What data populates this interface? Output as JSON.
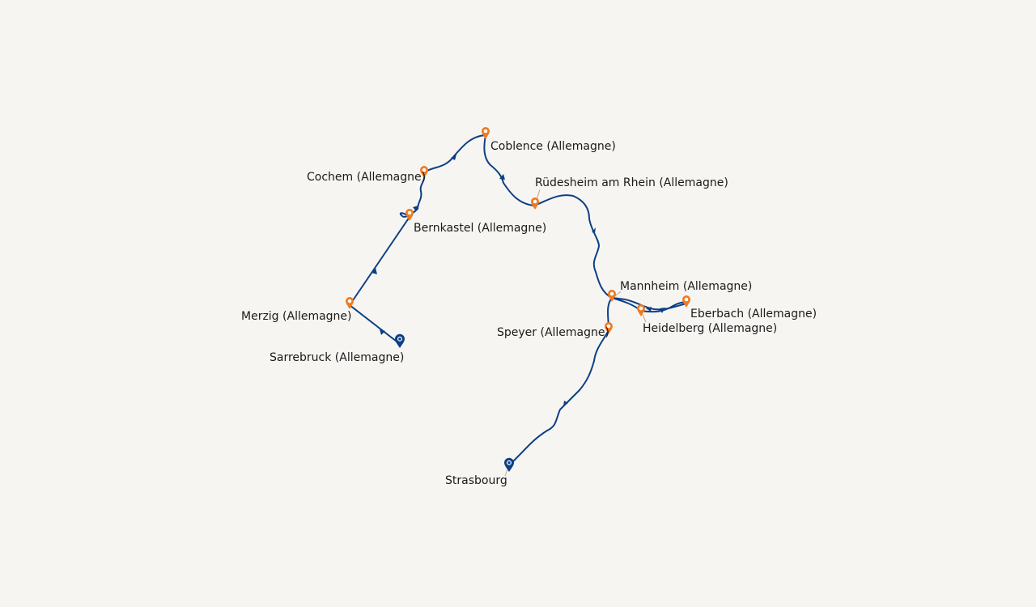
{
  "colors": {
    "background": "#f7f5f2",
    "route": "#0c3f85",
    "stop_marker": "#f07a1f",
    "endpoint_marker": "#0c3f85",
    "label": "#1a1a1a"
  },
  "icons": {
    "stop": "map-pin-icon",
    "endpoint": "ship-pin-icon"
  },
  "stops": [
    {
      "id": "sarrebruck",
      "name": "Sarrebruck (Allemagne)",
      "kind": "endpoint"
    },
    {
      "id": "merzig",
      "name": "Merzig (Allemagne)",
      "kind": "stop"
    },
    {
      "id": "bernkastel",
      "name": "Bernkastel (Allemagne)",
      "kind": "stop"
    },
    {
      "id": "cochem",
      "name": "Cochem (Allemagne)",
      "kind": "stop"
    },
    {
      "id": "coblence",
      "name": "Coblence (Allemagne)",
      "kind": "stop"
    },
    {
      "id": "rudesheim",
      "name": "Rüdesheim am Rhein (Allemagne)",
      "kind": "stop"
    },
    {
      "id": "mannheim",
      "name": "Mannheim (Allemagne)",
      "kind": "stop"
    },
    {
      "id": "eberbach",
      "name": "Eberbach (Allemagne)",
      "kind": "stop"
    },
    {
      "id": "heidelberg",
      "name": "Heidelberg (Allemagne)",
      "kind": "stop"
    },
    {
      "id": "speyer",
      "name": "Speyer (Allemagne)",
      "kind": "stop"
    },
    {
      "id": "strasbourg",
      "name": "Strasbourg",
      "kind": "endpoint"
    }
  ]
}
